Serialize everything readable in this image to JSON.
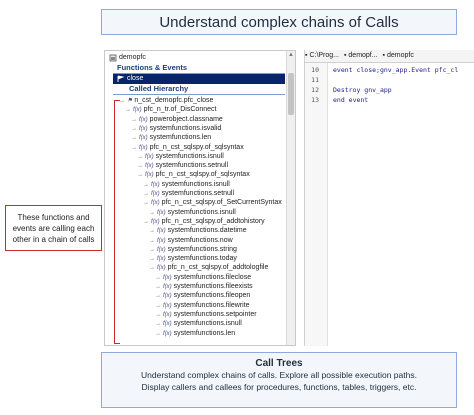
{
  "header_title": "Understand complex chains of Calls",
  "tree": {
    "root_label": "demopfc",
    "section_functions": "Functions & Events",
    "selected_item": "close",
    "section_hierarchy": "Called Hierarchy",
    "rows": [
      {
        "indent": 1,
        "icon": "object",
        "label": "n_cst_demopfc.pfc_close"
      },
      {
        "indent": 2,
        "icon": "fx",
        "label": "pfc_n_tr.of_DisConnect"
      },
      {
        "indent": 3,
        "icon": "fx",
        "label": "powerobject.classname"
      },
      {
        "indent": 3,
        "icon": "fx",
        "label": "systemfunctions.isvalid"
      },
      {
        "indent": 3,
        "icon": "fx",
        "label": "systemfunctions.len"
      },
      {
        "indent": 3,
        "icon": "fx",
        "label": "pfc_n_cst_sqlspy.of_sqlsyntax"
      },
      {
        "indent": 4,
        "icon": "fx",
        "label": "systemfunctions.isnull"
      },
      {
        "indent": 4,
        "icon": "fx",
        "label": "systemfunctions.setnull"
      },
      {
        "indent": 4,
        "icon": "fx",
        "label": "pfc_n_cst_sqlspy.of_sqlsyntax"
      },
      {
        "indent": 5,
        "icon": "fx",
        "label": "systemfunctions.isnull"
      },
      {
        "indent": 5,
        "icon": "fx",
        "label": "systemfunctions.setnull"
      },
      {
        "indent": 5,
        "icon": "fx",
        "label": "pfc_n_cst_sqlspy.of_SetCurrentSyntax"
      },
      {
        "indent": 6,
        "icon": "fx",
        "label": "systemfunctions.isnull"
      },
      {
        "indent": 5,
        "icon": "fx",
        "label": "pfc_n_cst_sqlspy.of_addtohistory"
      },
      {
        "indent": 6,
        "icon": "fx",
        "label": "systemfunctions.datetime"
      },
      {
        "indent": 6,
        "icon": "fx",
        "label": "systemfunctions.now"
      },
      {
        "indent": 6,
        "icon": "fx",
        "label": "systemfunctions.string"
      },
      {
        "indent": 6,
        "icon": "fx",
        "label": "systemfunctions.today"
      },
      {
        "indent": 6,
        "icon": "fx",
        "label": "pfc_n_cst_sqlspy.of_addtologfile"
      },
      {
        "indent": 7,
        "icon": "fx",
        "label": "systemfunctions.fileclose"
      },
      {
        "indent": 7,
        "icon": "fx",
        "label": "systemfunctions.fileexists"
      },
      {
        "indent": 7,
        "icon": "fx",
        "label": "systemfunctions.fileopen"
      },
      {
        "indent": 7,
        "icon": "fx",
        "label": "systemfunctions.filewrite"
      },
      {
        "indent": 7,
        "icon": "fx",
        "label": "systemfunctions.setpointer"
      },
      {
        "indent": 7,
        "icon": "fx",
        "label": "systemfunctions.isnull"
      },
      {
        "indent": 7,
        "icon": "fx",
        "label": "systemfunctions.len"
      }
    ]
  },
  "code": {
    "breadcrumb": [
      "C:\\Prog...",
      "demopf...",
      "demopfc"
    ],
    "lines": [
      {
        "n": "10",
        "text": "event close;gnv_app.Event pfc_cl"
      },
      {
        "n": "11",
        "text": ""
      },
      {
        "n": "12",
        "text": "Destroy gnv_app"
      },
      {
        "n": "13",
        "text": "end event"
      }
    ]
  },
  "callout_text": "These functions and events are calling each other in a chain of calls",
  "footer": {
    "title": "Call Trees",
    "line1": "Understand complex chains of calls. Explore all possible execution paths.",
    "line2": "Display callers and callees for procedures, functions, tables, triggers, etc."
  },
  "colors": {
    "selection": "#0a246a",
    "callout_border": "#cc2b2b",
    "box_border": "#8faadc"
  }
}
